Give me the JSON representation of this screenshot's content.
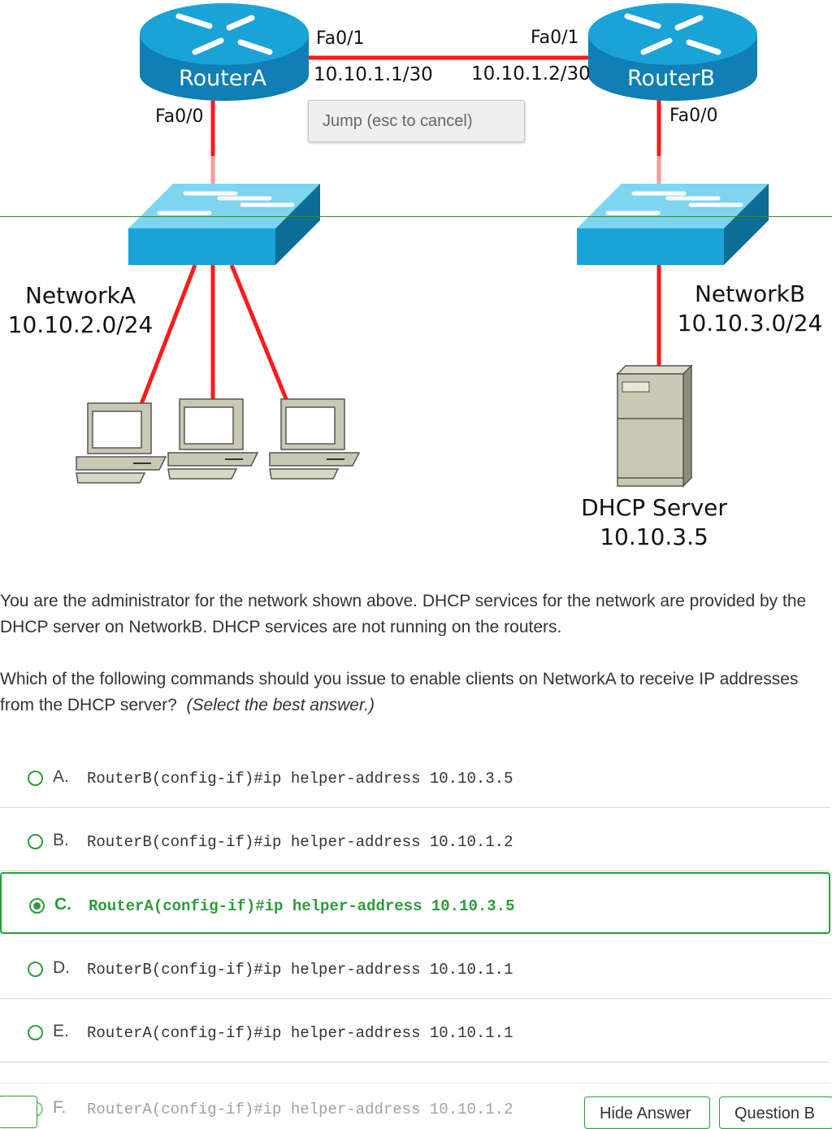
{
  "diagram": {
    "routerA": {
      "name": "RouterA",
      "if_top": "Fa0/1",
      "if_bottom": "Fa0/0",
      "ip": "10.10.1.1/30"
    },
    "routerB": {
      "name": "RouterB",
      "if_top": "Fa0/1",
      "if_bottom": "Fa0/0",
      "ip": "10.10.1.2/30"
    },
    "networkA": {
      "name": "NetworkA",
      "subnet": "10.10.2.0/24"
    },
    "networkB": {
      "name": "NetworkB",
      "subnet": "10.10.3.0/24"
    },
    "server": {
      "name": "DHCP Server",
      "ip": "10.10.3.5"
    },
    "colors": {
      "link": "#ff1a1a",
      "router": "#1aa3d6",
      "switch": "#1aa3d6",
      "server": "#c8c8b4"
    }
  },
  "jump_overlay": {
    "text": "Jump (esc to cancel)"
  },
  "question": {
    "para1": "You are the administrator for the network shown above. DHCP services for the network are provided by the DHCP server on NetworkB. DHCP services are not running on the routers.",
    "para2": "Which of the following commands should you issue to enable clients on NetworkA to receive IP addresses from the DHCP server?",
    "hint": "(Select the best answer.)"
  },
  "options": [
    {
      "letter": "A.",
      "command": "RouterB(config-if)#ip helper-address 10.10.3.5",
      "selected": false
    },
    {
      "letter": "B.",
      "command": "RouterB(config-if)#ip helper-address 10.10.1.2",
      "selected": false
    },
    {
      "letter": "C.",
      "command": "RouterA(config-if)#ip helper-address 10.10.3.5",
      "selected": true
    },
    {
      "letter": "D.",
      "command": "RouterB(config-if)#ip helper-address 10.10.1.1",
      "selected": false
    },
    {
      "letter": "E.",
      "command": "RouterA(config-if)#ip helper-address 10.10.1.1",
      "selected": false
    },
    {
      "letter": "F.",
      "command": "RouterA(config-if)#ip helper-address 10.10.1.2",
      "selected": false
    }
  ],
  "buttons": {
    "hide": "Hide Answer",
    "next": "Question B"
  },
  "accent_color": "#2a9d3c"
}
